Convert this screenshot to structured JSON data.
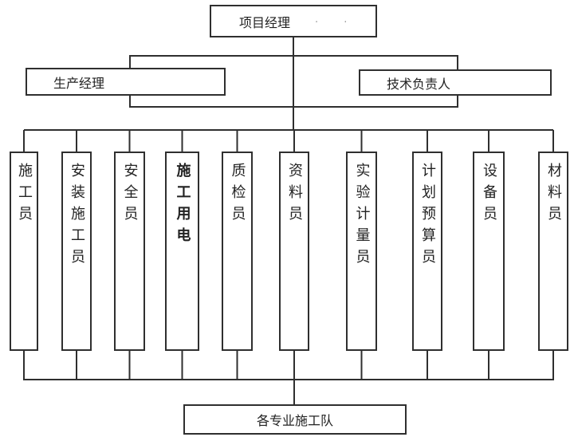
{
  "org": {
    "top": {
      "label": "项目经理",
      "stray_marks": "· ·"
    },
    "managers": [
      {
        "label": "生产经理"
      },
      {
        "label": "技术负责人"
      }
    ],
    "staff": [
      {
        "label": "施工员"
      },
      {
        "label": "安装施工员"
      },
      {
        "label": "安全员"
      },
      {
        "label": "施工用电",
        "emphasis": "bold"
      },
      {
        "label": "质检员"
      },
      {
        "label": "资料员"
      },
      {
        "label": "实验计量员"
      },
      {
        "label": "计划预算员"
      },
      {
        "label": "设备员"
      },
      {
        "label": "材料员"
      }
    ],
    "bottom": {
      "label": "各专业施工队"
    }
  },
  "colors": {
    "background": "#ffffff",
    "line": "#2f2f2f",
    "text": "#222222",
    "stray_marks": "#9a9a9a"
  }
}
